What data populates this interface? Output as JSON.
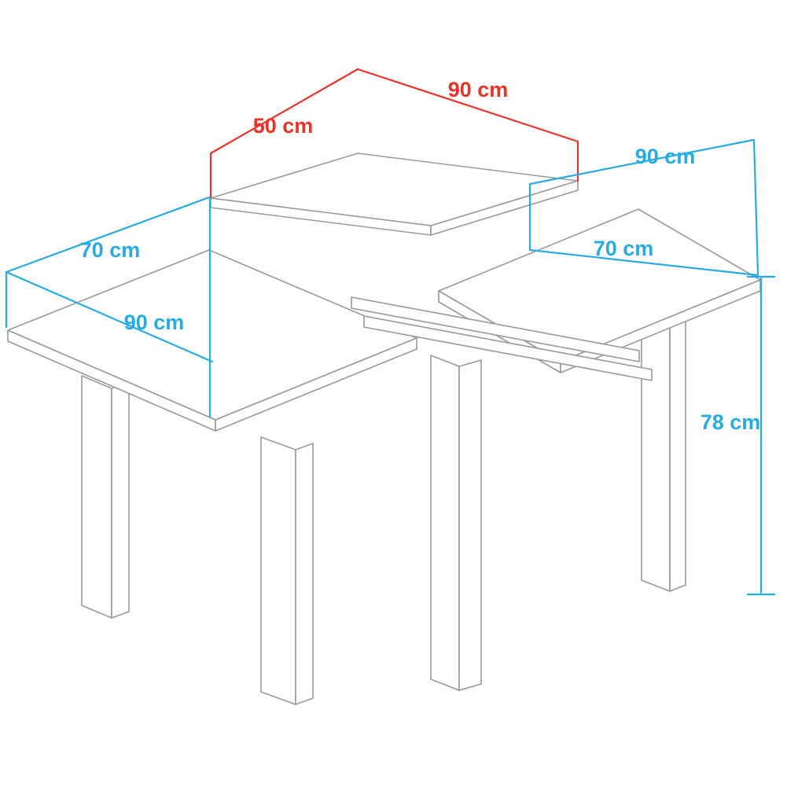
{
  "diagram": {
    "subject": "extendable-dining-table-dimension-drawing",
    "colors": {
      "background": "#ffffff",
      "outline": "#97999b",
      "dimension": "#29abe2",
      "dimension_extension": "#e8332a"
    },
    "labels": {
      "extension_width": "90 cm",
      "extension_depth": "50 cm",
      "tabletop_right_width": "90 cm",
      "tabletop_left_width": "70 cm",
      "tabletop_left_depth": "90 cm",
      "tabletop_right_depth": "70 cm",
      "table_height": "78 cm"
    }
  }
}
